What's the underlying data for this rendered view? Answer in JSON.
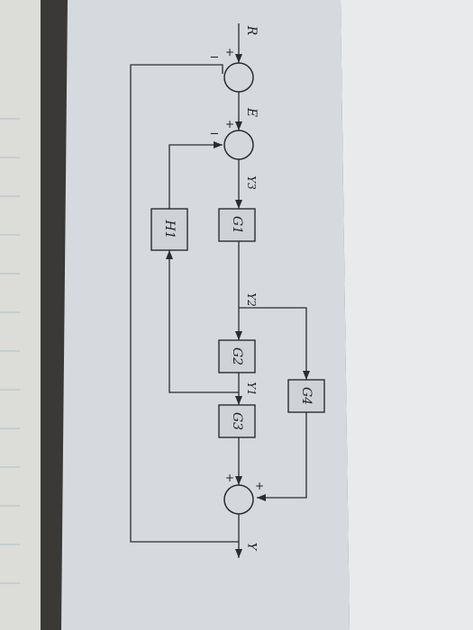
{
  "signals": {
    "input": "R",
    "error": "E",
    "y3": "Y3",
    "y2": "Y2",
    "y1": "Y1",
    "output": "Y"
  },
  "blocks": {
    "g1": "G1",
    "g2": "G2",
    "g3": "G3",
    "g4": "G4",
    "h1": "H1"
  },
  "signs": {
    "plus": "+",
    "minus": "−"
  },
  "colors": {
    "paper": "#d6dade",
    "paper_right": "#e9eaec",
    "background": "#3a3938",
    "ink": "#2a2c30"
  }
}
